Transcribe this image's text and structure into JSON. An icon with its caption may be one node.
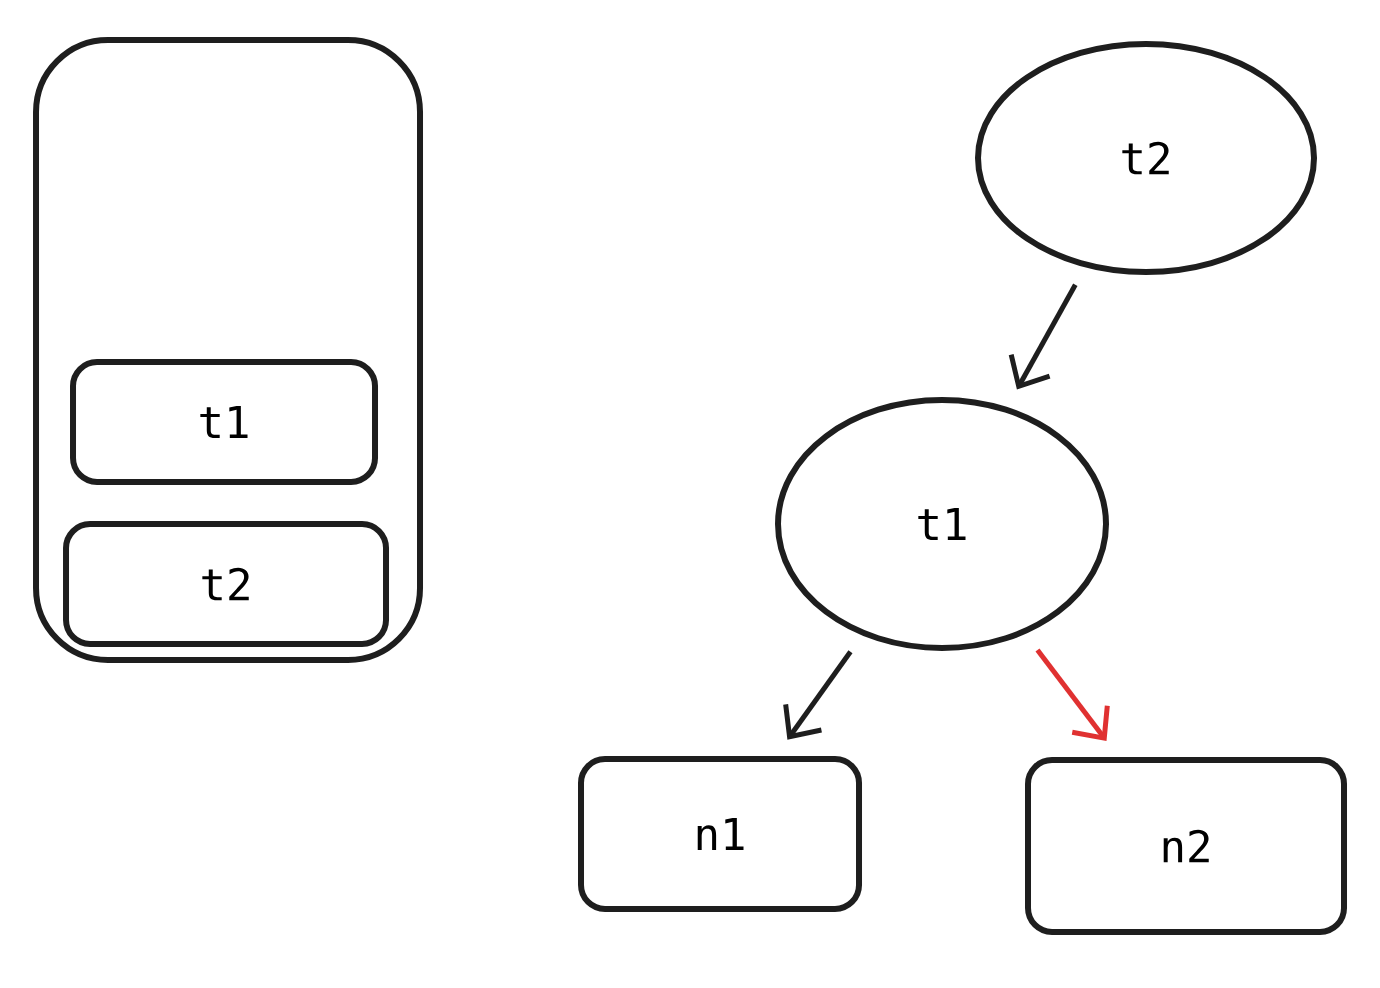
{
  "diagram": {
    "nodes": [
      {
        "text": [],
        "shape": "box"
      },
      {
        "text": [
          "t1"
        ],
        "in": 0
      },
      {
        "text": [
          "t2"
        ],
        "in": 0
      },
      {
        "text": [
          "t2"
        ]
      },
      {
        "text": [
          "t1"
        ]
      },
      {
        "text": [
          "n1"
        ]
      },
      {
        "text": [
          "n2"
        ]
      }
    ],
    "edges": [
      {
        "from": 3,
        "to": 4,
        "arrow": "to"
      },
      {
        "from": 4,
        "to": 5,
        "arrow": "to"
      },
      {
        "from": 4,
        "to": 6,
        "arrow": "to",
        "color": "#e03131"
      }
    ]
  }
}
